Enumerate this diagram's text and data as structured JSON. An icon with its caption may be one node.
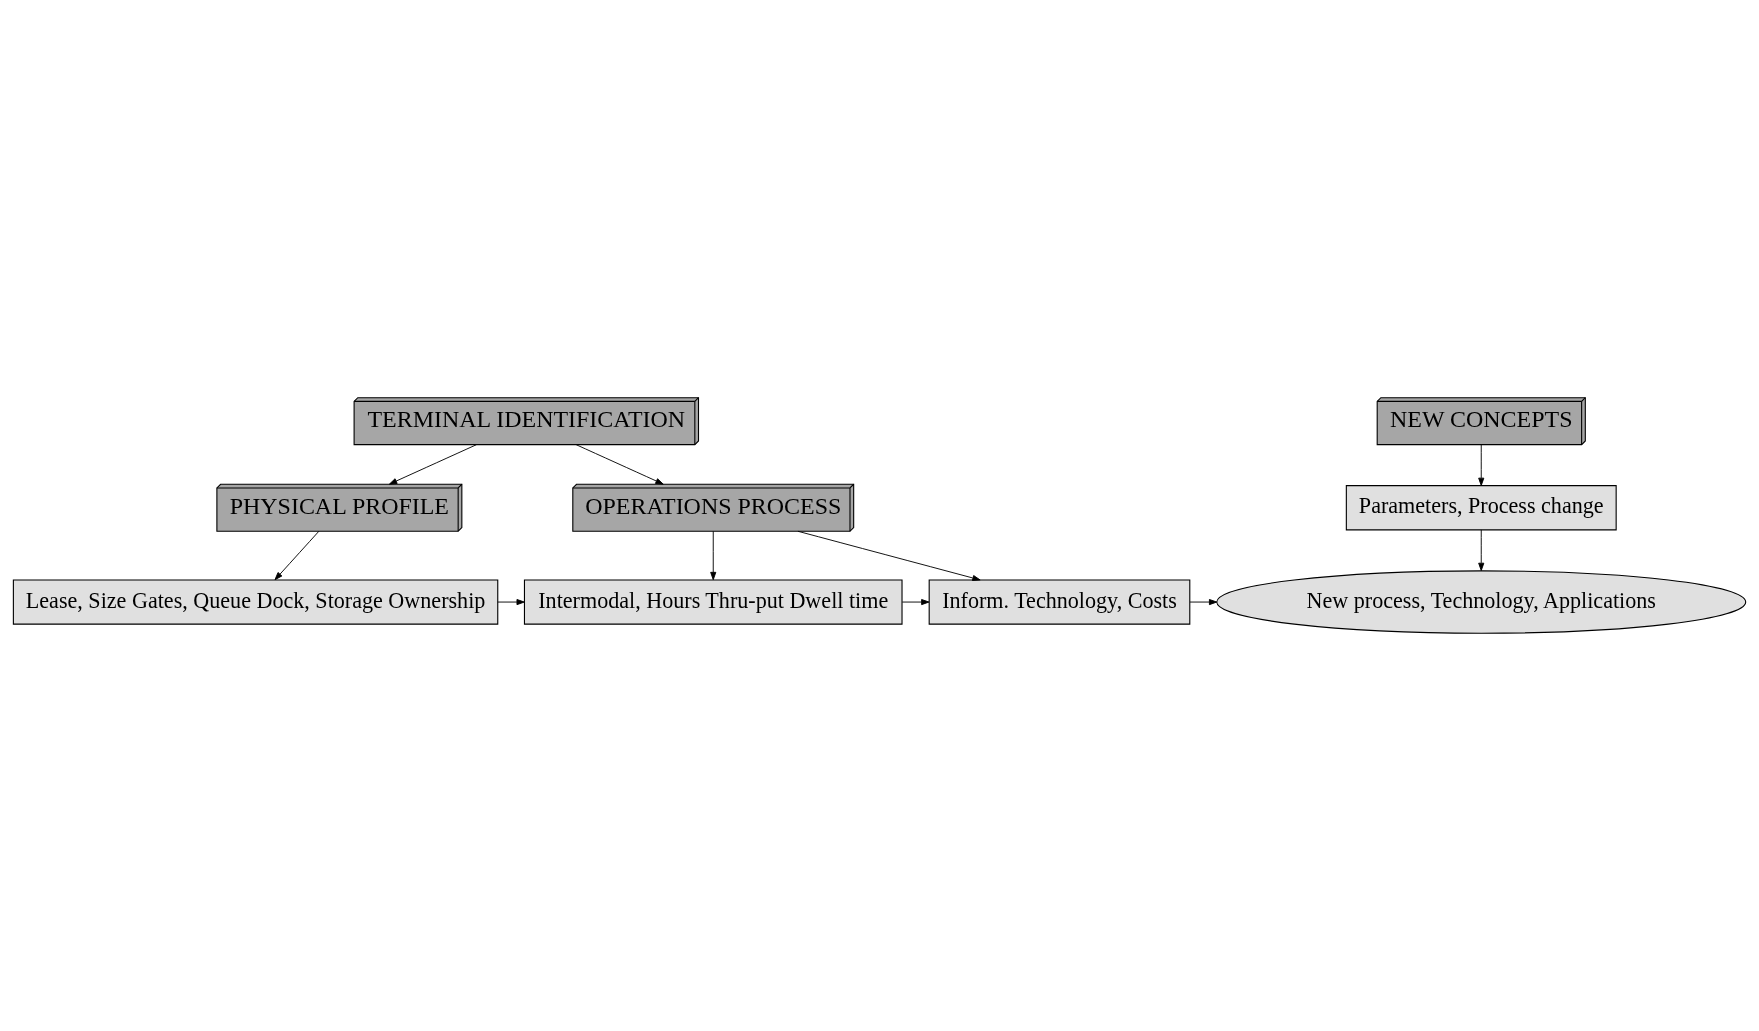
{
  "diagram": {
    "nodes": [
      {
        "text": [
          "TERMINAL IDENTIFICATION"
        ]
      },
      {
        "text": [
          "NEW CONCEPTS"
        ]
      },
      {
        "text": [
          "PHYSICAL PROFILE"
        ]
      },
      {
        "text": [
          "OPERATIONS PROCESS"
        ]
      },
      {
        "text": [
          "Parameters, Process change"
        ]
      },
      {
        "text": [
          "Lease, Size Gates, Queue Dock, Storage Ownership"
        ]
      },
      {
        "text": [
          "Intermodal, Hours Thru-put Dwell time"
        ]
      },
      {
        "text": [
          "Inform. Technology, Costs"
        ]
      },
      {
        "text": [
          "New process, Technology, Applications"
        ]
      }
    ],
    "edges": [
      {
        "from": 0,
        "to": 2,
        "arrow": "to"
      },
      {
        "from": 0,
        "to": 3,
        "arrow": "to"
      },
      {
        "from": 1,
        "to": 4,
        "arrow": "to"
      },
      {
        "from": 2,
        "to": 5,
        "arrow": "to"
      },
      {
        "from": 3,
        "to": 6,
        "arrow": "to"
      },
      {
        "from": 3,
        "to": 7,
        "arrow": "to"
      },
      {
        "from": 4,
        "to": 8,
        "arrow": "to"
      },
      {
        "from": 5,
        "to": 6,
        "arrow": "to"
      },
      {
        "from": 6,
        "to": 7,
        "arrow": "to"
      },
      {
        "from": 7,
        "to": 8,
        "arrow": "to"
      }
    ]
  }
}
